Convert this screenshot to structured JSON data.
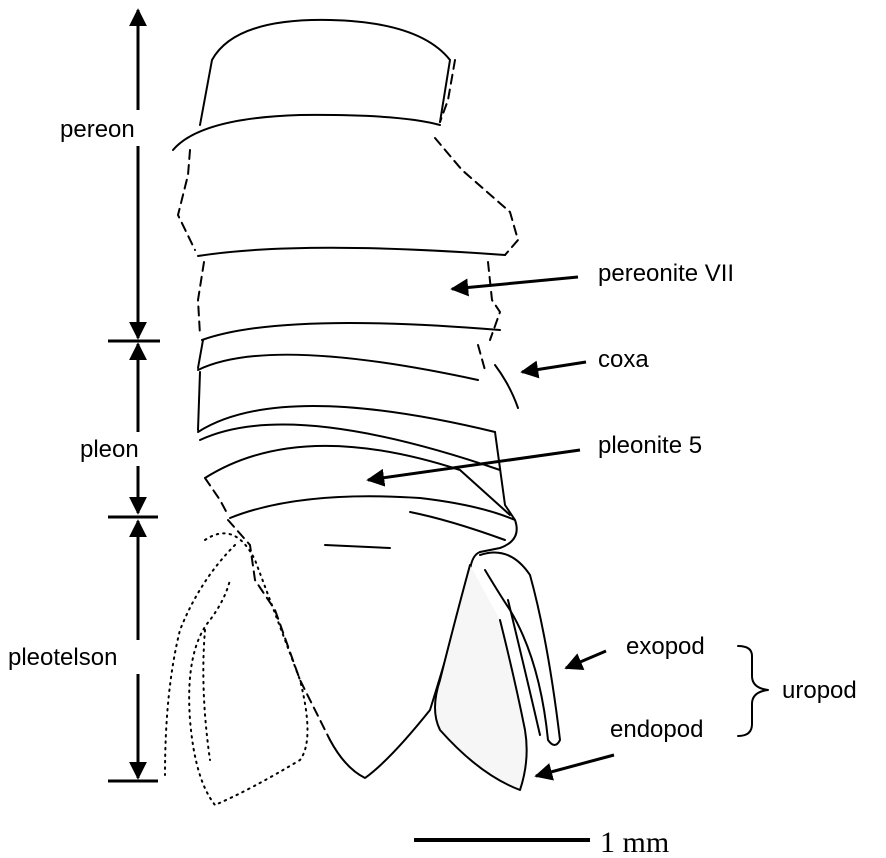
{
  "labels": {
    "pereon": "pereon",
    "pleon": "pleon",
    "pleotelson": "pleotelson",
    "pereonite_vii": "pereonite VII",
    "coxa": "coxa",
    "pleonite_5": "pleonite 5",
    "exopod": "exopod",
    "endopod": "endopod",
    "uropod": "uropod"
  },
  "scale_bar": {
    "label": "1 mm"
  },
  "colors": {
    "ink": "#000000",
    "background": "#ffffff",
    "shading": "#f0f0f0"
  }
}
